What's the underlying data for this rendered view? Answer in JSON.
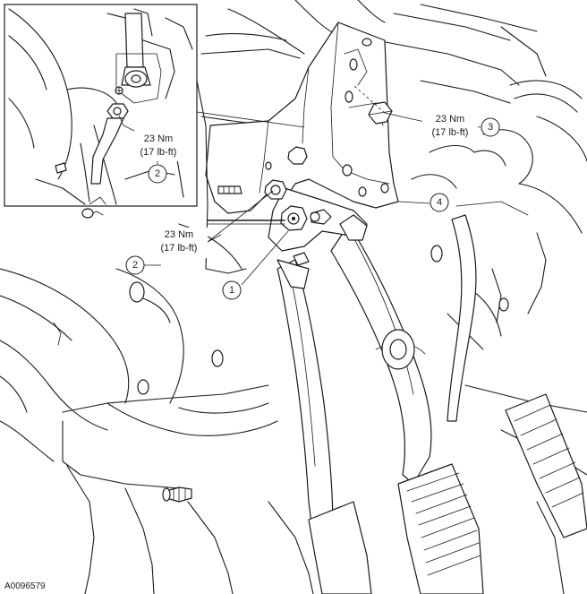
{
  "figure_id": "A0096579",
  "torque_labels": [
    {
      "line1": "23 Nm",
      "line2": "(17 lb-ft)"
    },
    {
      "line1": "23 Nm",
      "line2": "(17 lb-ft)"
    },
    {
      "line1": "23 Nm",
      "line2": "(17 lb-ft)"
    }
  ],
  "callouts": [
    {
      "number": "1"
    },
    {
      "number": "2"
    },
    {
      "number": "2"
    },
    {
      "number": "3"
    },
    {
      "number": "4"
    }
  ]
}
